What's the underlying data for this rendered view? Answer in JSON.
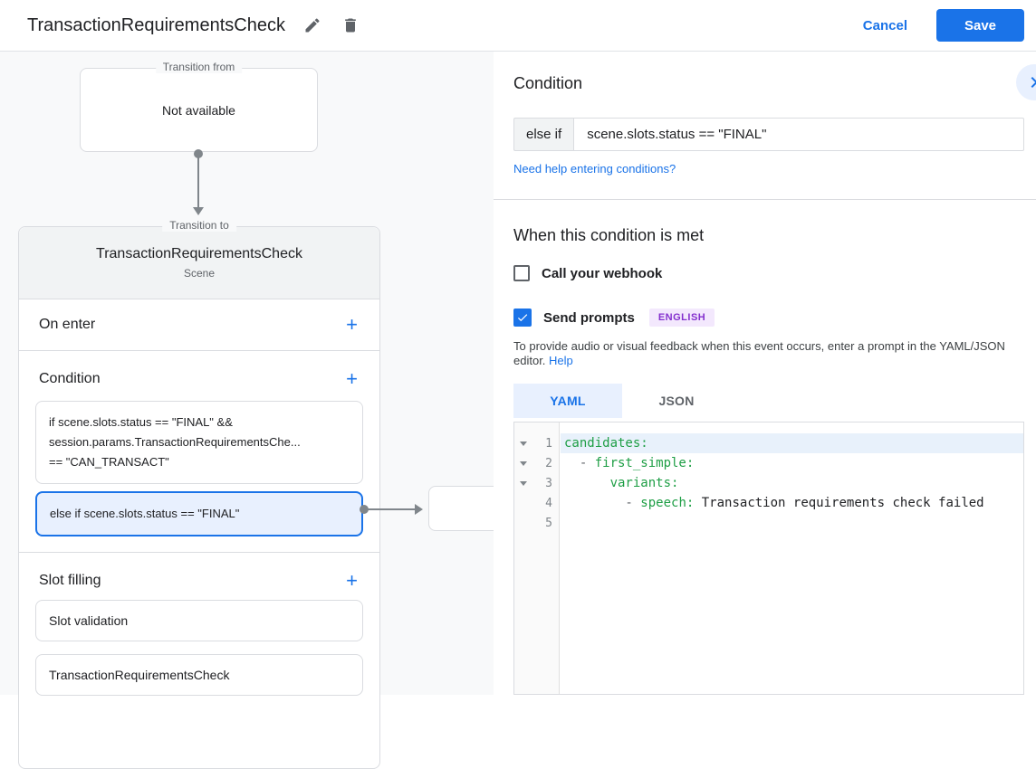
{
  "topbar": {
    "title": "TransactionRequirementsCheck",
    "cancel_label": "Cancel",
    "save_label": "Save"
  },
  "flow": {
    "transition_from": {
      "legend": "Transition from",
      "content": "Not available"
    },
    "transition_to": {
      "legend": "Transition to",
      "title": "TransactionRequirementsCheck",
      "subtitle": "Scene"
    },
    "on_enter": {
      "label": "On enter",
      "add_icon": "+"
    },
    "condition": {
      "label": "Condition",
      "add_icon": "+",
      "items": [
        {
          "text": "if scene.slots.status == \"FINAL\" &&\nsession.params.TransactionRequirementsChe...\n== \"CAN_TRANSACT\""
        },
        {
          "text": "else if scene.slots.status == \"FINAL\""
        }
      ]
    },
    "slot_filling": {
      "label": "Slot filling",
      "add_icon": "+",
      "items": [
        "Slot validation",
        "TransactionRequirementsCheck"
      ]
    }
  },
  "panel": {
    "title": "Condition",
    "condition_prefix": "else if",
    "condition_value": "scene.slots.status == \"FINAL\"",
    "help_link": "Need help entering conditions?",
    "section_title": "When this condition is met",
    "webhook_label": "Call your webhook",
    "prompts_label": "Send prompts",
    "language_badge": "ENGLISH",
    "description_line1": "To provide audio or visual feedback when this event occurs, enter a prompt in the YAML/JSON",
    "description_line2": "editor.",
    "description_help": "Help",
    "tabs": {
      "yaml": "YAML",
      "json": "JSON"
    }
  },
  "editor": {
    "lines": [
      {
        "num": "1",
        "code_pre": "",
        "code_key": "candidates:",
        "code_value": ""
      },
      {
        "num": "2",
        "code_pre": "  - ",
        "code_key": "first_simple:",
        "code_value": ""
      },
      {
        "num": "3",
        "code_pre": "      ",
        "code_key": "variants:",
        "code_value": ""
      },
      {
        "num": "4",
        "code_pre": "        - ",
        "code_key": "speech:",
        "code_value": " Transaction requirements check failed"
      },
      {
        "num": "5",
        "code_pre": "",
        "code_key": "",
        "code_value": ""
      }
    ]
  },
  "colors": {
    "accent": "#1a73e8",
    "selected_bg": "#e8f0fe",
    "yaml_key_green": "#1e9e45",
    "badge_bg": "#f3e8fd",
    "badge_text": "#8430ce"
  }
}
